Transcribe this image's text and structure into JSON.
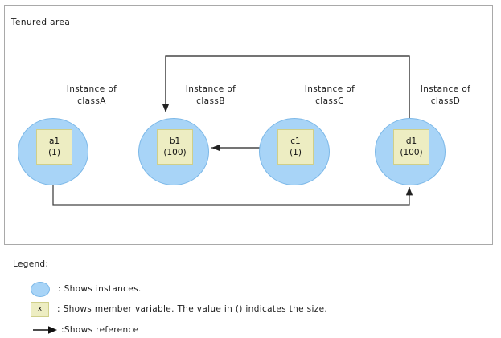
{
  "tenured_area": {
    "title": "Tenured area",
    "border_color": "#a9a9a9"
  },
  "colors": {
    "instance_fill": "#a8d4f7",
    "instance_stroke": "#7cb8e8",
    "member_fill": "#ededc2",
    "member_stroke": "#cfcf8a",
    "line": "#333333"
  },
  "nodes": [
    {
      "id": "a1",
      "label_line1": "Instance of",
      "label_line2": "classA",
      "member_name": "a1",
      "member_size": "(1)"
    },
    {
      "id": "b1",
      "label_line1": "Instance of",
      "label_line2": "classB",
      "member_name": "b1",
      "member_size": "(100)"
    },
    {
      "id": "c1",
      "label_line1": "Instance of",
      "label_line2": "classC",
      "member_name": "c1",
      "member_size": "(1)"
    },
    {
      "id": "d1",
      "label_line1": "Instance of",
      "label_line2": "classD",
      "member_name": "d1",
      "member_size": "(100)"
    }
  ],
  "references": [
    {
      "from": "c1",
      "to": "b1",
      "route": "straight-left"
    },
    {
      "from": "d1",
      "to": "b1",
      "route": "top-around"
    },
    {
      "from": "a1",
      "to": "d1",
      "route": "bottom-around"
    }
  ],
  "legend": {
    "title": "Legend:",
    "instance_symbol": "instance-circle",
    "instance_text": ": Shows  instances.",
    "member_symbol_text": "x",
    "member_text": ": Shows  member  variable.  The  value  in  ()  indicates  the  size.",
    "reference_symbol": "arrow-right",
    "reference_text": ":Shows  reference"
  }
}
